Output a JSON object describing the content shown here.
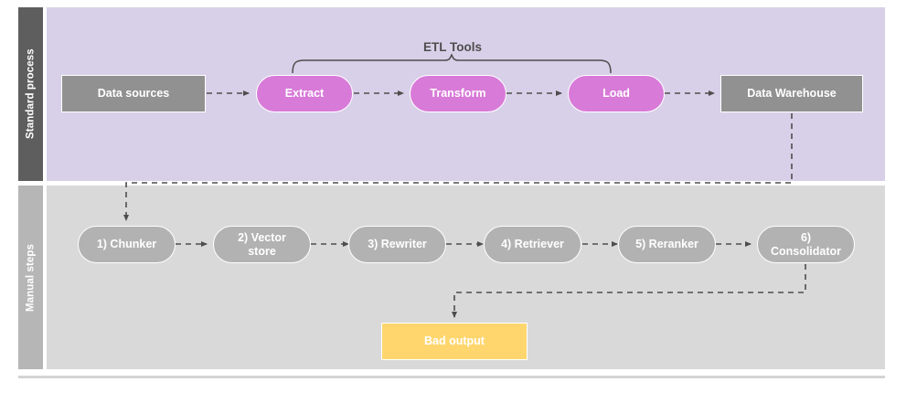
{
  "diagram": {
    "title_label": "ETL Tools",
    "lanes": [
      {
        "id": "standard",
        "label": "Standard process",
        "band_color": "#d8d0e8",
        "label_color": "#5e5e5e"
      },
      {
        "id": "manual",
        "label": "Manual steps",
        "band_color": "#d9d9d9",
        "label_color": "#b6b6b6"
      }
    ],
    "standard_process": {
      "source": {
        "label": "Data sources",
        "shape": "rect",
        "color": "#919191"
      },
      "etl_steps": [
        {
          "label": "Extract",
          "shape": "pill",
          "color": "#d87ad8"
        },
        {
          "label": "Transform",
          "shape": "pill",
          "color": "#d87ad8"
        },
        {
          "label": "Load",
          "shape": "pill",
          "color": "#d87ad8"
        }
      ],
      "sink": {
        "label": "Data Warehouse",
        "shape": "rect",
        "color": "#919191"
      }
    },
    "manual_steps": {
      "steps": [
        {
          "label": "1) Chunker",
          "shape": "pill",
          "color": "#b2b2b2"
        },
        {
          "label": "2) Vector\nstore",
          "shape": "pill",
          "color": "#b2b2b2"
        },
        {
          "label": "3) Rewriter",
          "shape": "pill",
          "color": "#b2b2b2"
        },
        {
          "label": "4) Retriever",
          "shape": "pill",
          "color": "#b2b2b2"
        },
        {
          "label": "5) Reranker",
          "shape": "pill",
          "color": "#b2b2b2"
        },
        {
          "label": "6)\nConsolidator",
          "shape": "pill",
          "color": "#b2b2b2"
        }
      ],
      "output": {
        "label": "Bad output",
        "shape": "rect",
        "color": "#ffd66e"
      }
    },
    "connector_style": {
      "stroke": "#4d4d4d",
      "dash": "6 5",
      "arrow": "filled-triangle"
    }
  }
}
